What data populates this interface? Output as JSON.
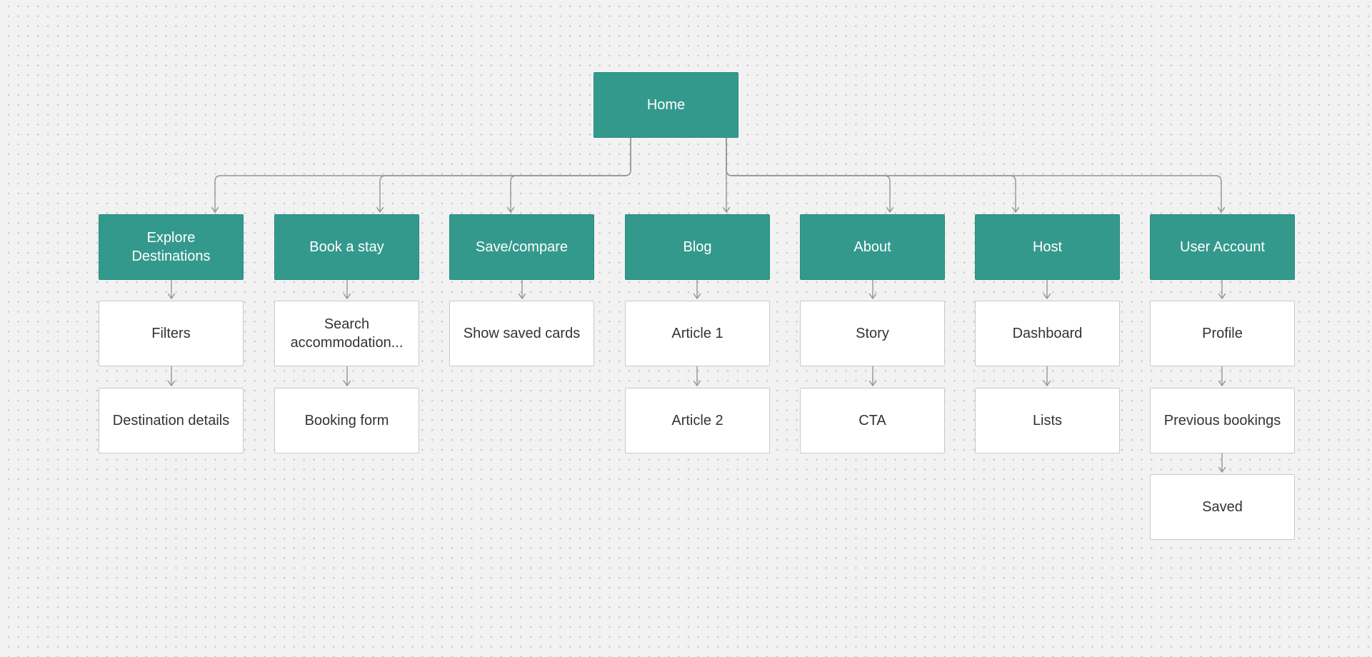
{
  "diagram_type": "sitemap-flowchart",
  "palette": {
    "section_fill": "#34998d",
    "section_text": "#ffffff",
    "page_fill": "#ffffff",
    "page_border": "#c9c9c9",
    "page_text": "#333333",
    "connector": "#949494",
    "canvas_background": "#f2f2f2",
    "canvas_dots": "#c7c7c7"
  },
  "nodes": {
    "home": {
      "label": "Home"
    },
    "explore": {
      "label": "Explore Destinations"
    },
    "book": {
      "label": "Book a stay"
    },
    "save_compare": {
      "label": "Save/compare"
    },
    "blog": {
      "label": "Blog"
    },
    "about": {
      "label": "About"
    },
    "host": {
      "label": "Host"
    },
    "user_account": {
      "label": "User Account"
    },
    "filters": {
      "label": "Filters"
    },
    "destination_details": {
      "label": "Destination details"
    },
    "search_accommodation": {
      "label": "Search accommodation..."
    },
    "booking_form": {
      "label": "Booking form"
    },
    "show_saved_cards": {
      "label": "Show saved cards"
    },
    "article_1": {
      "label": "Article 1"
    },
    "article_2": {
      "label": "Article 2"
    },
    "story": {
      "label": "Story"
    },
    "cta": {
      "label": "CTA"
    },
    "dashboard": {
      "label": "Dashboard"
    },
    "lists": {
      "label": "Lists"
    },
    "profile": {
      "label": "Profile"
    },
    "previous_bookings": {
      "label": "Previous bookings"
    },
    "saved": {
      "label": "Saved"
    }
  },
  "edges": [
    [
      "home",
      "explore"
    ],
    [
      "home",
      "book"
    ],
    [
      "home",
      "save_compare"
    ],
    [
      "home",
      "blog"
    ],
    [
      "home",
      "about"
    ],
    [
      "home",
      "host"
    ],
    [
      "home",
      "user_account"
    ],
    [
      "explore",
      "filters"
    ],
    [
      "filters",
      "destination_details"
    ],
    [
      "book",
      "search_accommodation"
    ],
    [
      "search_accommodation",
      "booking_form"
    ],
    [
      "save_compare",
      "show_saved_cards"
    ],
    [
      "blog",
      "article_1"
    ],
    [
      "article_1",
      "article_2"
    ],
    [
      "about",
      "story"
    ],
    [
      "story",
      "cta"
    ],
    [
      "host",
      "dashboard"
    ],
    [
      "dashboard",
      "lists"
    ],
    [
      "user_account",
      "profile"
    ],
    [
      "profile",
      "previous_bookings"
    ],
    [
      "previous_bookings",
      "saved"
    ]
  ]
}
